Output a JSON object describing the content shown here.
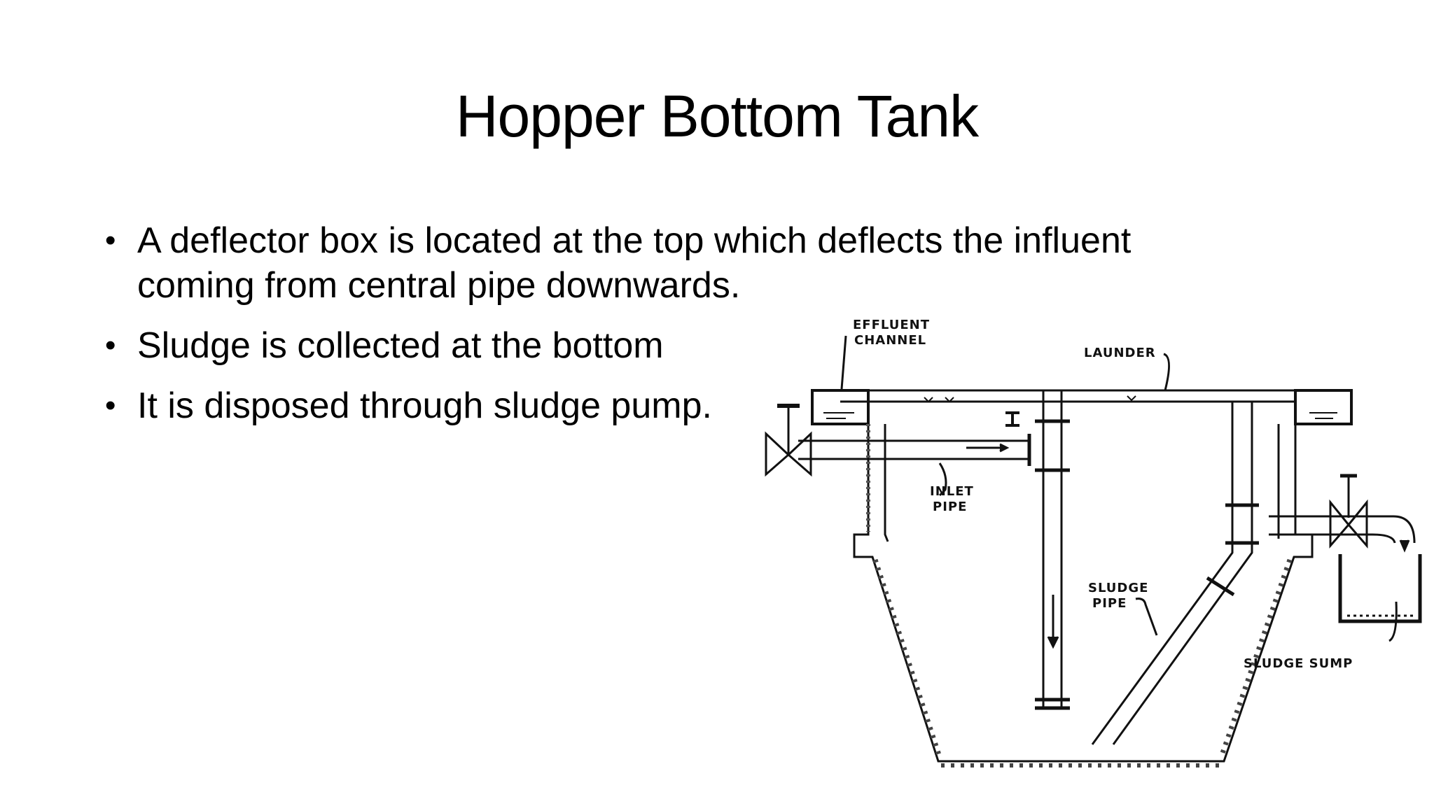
{
  "slide": {
    "title": "Hopper Bottom Tank",
    "bullets": [
      "A deflector box is located at the top which deflects the influent coming from central pipe downwards.",
      "Sludge is collected at the bottom",
      "It is disposed through sludge pump."
    ]
  },
  "diagram": {
    "labels": {
      "effluent_line1": "EFFLUENT",
      "effluent_line2": "CHANNEL",
      "launder": "LAUNDER",
      "inlet_line1": "INLET",
      "inlet_line2": "PIPE",
      "sludge_pipe_line1": "SLUDGE",
      "sludge_pipe_line2": "PIPE",
      "sludge_sump": "SLUDGE SUMP"
    }
  }
}
